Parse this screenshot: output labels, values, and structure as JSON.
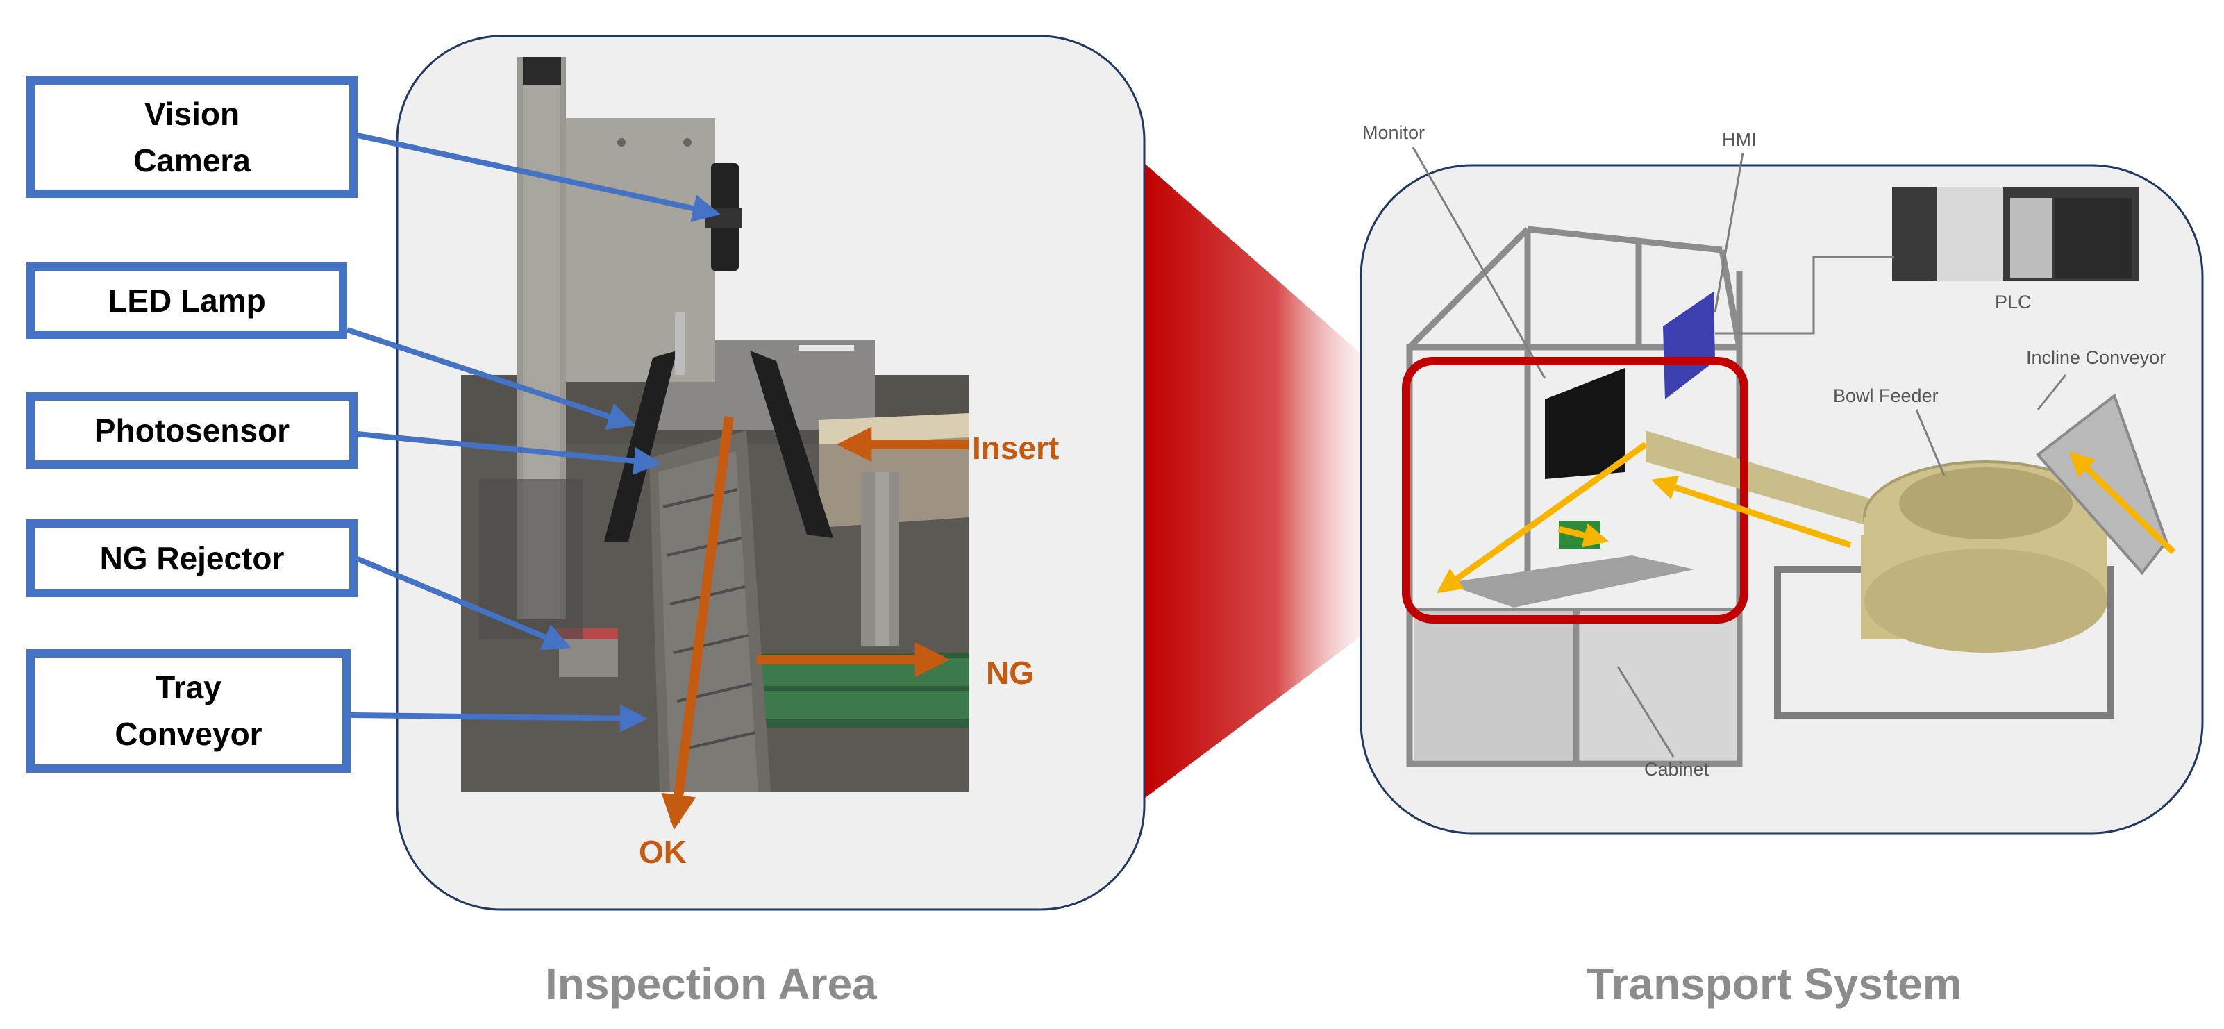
{
  "inspection_area": {
    "caption": "Inspection Area",
    "callouts": [
      {
        "id": "vision-camera",
        "label": "Vision\nCamera"
      },
      {
        "id": "led-lamp",
        "label": "LED Lamp"
      },
      {
        "id": "photosensor",
        "label": "Photosensor"
      },
      {
        "id": "ng-rejector",
        "label": "NG Rejector"
      },
      {
        "id": "tray-conveyor",
        "label": "Tray\nConveyor"
      }
    ],
    "flows": {
      "insert": "Insert",
      "ng": "NG",
      "ok": "OK"
    }
  },
  "transport_system": {
    "caption": "Transport System",
    "parts": {
      "monitor": "Monitor",
      "hmi": "HMI",
      "plc": "PLC",
      "incline_conveyor": "Incline Conveyor",
      "bowl_feeder": "Bowl Feeder",
      "cabinet": "Cabinet"
    }
  },
  "colors": {
    "callout_border": "#4472c4",
    "callout_arrow": "#4472c4",
    "flow_arrow": "#c55a11",
    "material_flow": "#f7b500",
    "highlight": "#c00000",
    "caption": "#8c8c8c"
  }
}
